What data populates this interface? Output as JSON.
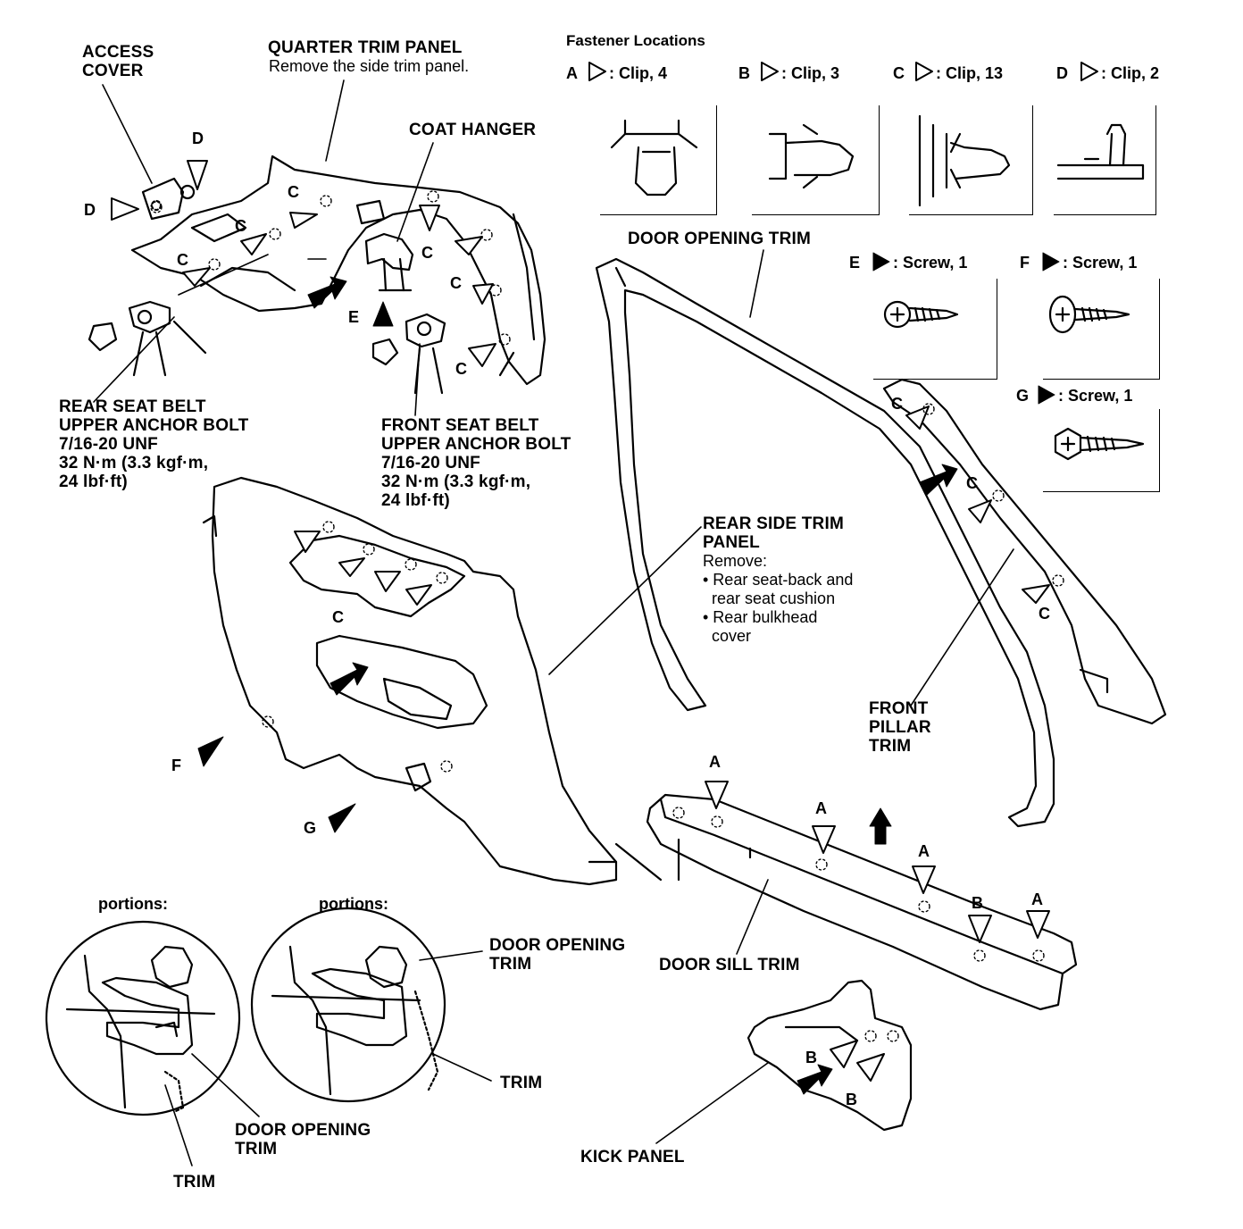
{
  "fastener_legend": {
    "title": "Fastener Locations",
    "clips": [
      {
        "letter": "A",
        "label": ": Clip, 4"
      },
      {
        "letter": "B",
        "label": ": Clip, 3"
      },
      {
        "letter": "C",
        "label": ": Clip, 13"
      },
      {
        "letter": "D",
        "label": ": Clip, 2"
      }
    ],
    "screws": [
      {
        "letter": "E",
        "label": ": Screw, 1"
      },
      {
        "letter": "F",
        "label": ": Screw, 1"
      },
      {
        "letter": "G",
        "label": ": Screw, 1"
      }
    ]
  },
  "callouts": {
    "access_cover": [
      "ACCESS",
      "COVER"
    ],
    "quarter_trim_panel": {
      "title": "QUARTER TRIM PANEL",
      "note": "Remove the side trim panel."
    },
    "coat_hanger": "COAT HANGER",
    "door_opening_trim": "DOOR OPENING TRIM",
    "rear_seat_belt": [
      "REAR SEAT BELT",
      "UPPER ANCHOR BOLT",
      "7/16-20 UNF",
      "32 N·m (3.3 kgf·m,",
      "24 lbf·ft)"
    ],
    "front_seat_belt": [
      "FRONT SEAT BELT",
      "UPPER ANCHOR BOLT",
      "7/16-20 UNF",
      "32 N·m (3.3 kgf·m,",
      "24 lbf·ft)"
    ],
    "rear_side_trim_panel": {
      "title": [
        "REAR SIDE TRIM",
        "PANEL"
      ],
      "note": [
        "Remove:",
        "• Rear seat-back and",
        "  rear seat cushion",
        "• Rear bulkhead",
        "  cover"
      ]
    },
    "front_pillar_trim": [
      "FRONT",
      "PILLAR",
      "TRIM"
    ],
    "door_sill_trim": "DOOR SILL TRIM",
    "kick_panel": "KICK PANEL",
    "portions_left": "portions:",
    "portions_right": "portions:",
    "detail_left_door_opening_trim": [
      "DOOR OPENING",
      "TRIM"
    ],
    "detail_left_trim": "TRIM",
    "detail_right_door_opening_trim": [
      "DOOR OPENING",
      "TRIM"
    ],
    "detail_right_trim": "TRIM"
  },
  "part_letters": {
    "D1": "D",
    "D2": "D",
    "C1": "C",
    "C2": "C",
    "C3": "C",
    "C4": "C",
    "C5": "C",
    "C6": "C",
    "C7": "C",
    "C8": "C",
    "C9": "C",
    "C10": "C",
    "E": "E",
    "F": "F",
    "G": "G",
    "A1": "A",
    "A2": "A",
    "A3": "A",
    "A4": "A",
    "B1": "B",
    "B2": "B",
    "B3": "B"
  }
}
